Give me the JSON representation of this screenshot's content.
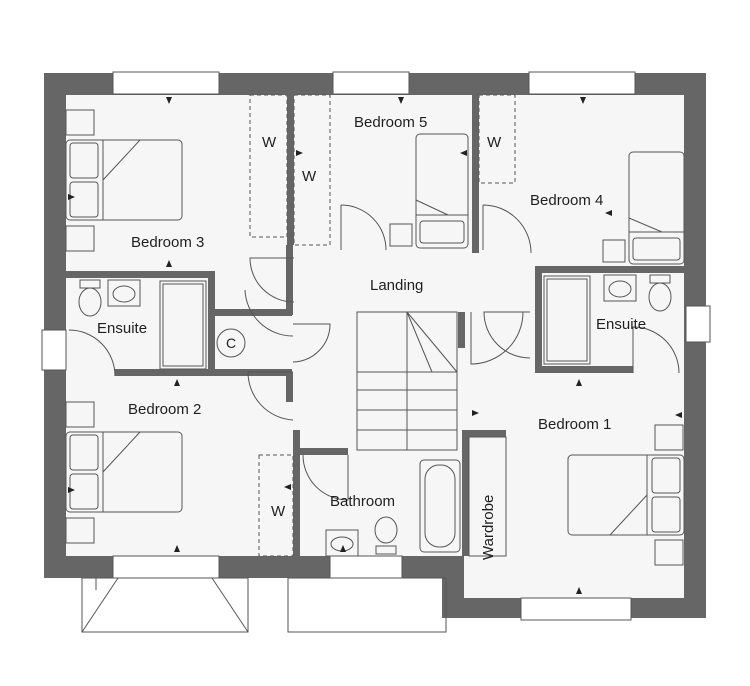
{
  "colors": {
    "wall": "#666666",
    "floor": "#f6f6f6",
    "outside": "#ffffff",
    "line": "#555555"
  },
  "rooms": {
    "bedroom3": "Bedroom 3",
    "bedroom5": "Bedroom 5",
    "bedroom4": "Bedroom 4",
    "landing": "Landing",
    "ensuite_left": "Ensuite",
    "ensuite_right": "Ensuite",
    "bedroom2": "Bedroom 2",
    "bedroom1": "Bedroom 1",
    "bathroom": "Bathroom",
    "wardrobe": "Wardrobe"
  },
  "markers": {
    "wardrobe_b3": "W",
    "wardrobe_landing": "W",
    "wardrobe_b4": "W",
    "wardrobe_b2": "W",
    "cupboard": "C"
  },
  "icons": {
    "bed": "double-bed-icon",
    "single_bed": "single-bed-icon",
    "toilet": "toilet-icon",
    "basin": "basin-icon",
    "bath": "bath-icon",
    "shower": "shower-icon",
    "stairs": "staircase-icon",
    "window": "window-icon",
    "door": "door-swing-icon"
  }
}
